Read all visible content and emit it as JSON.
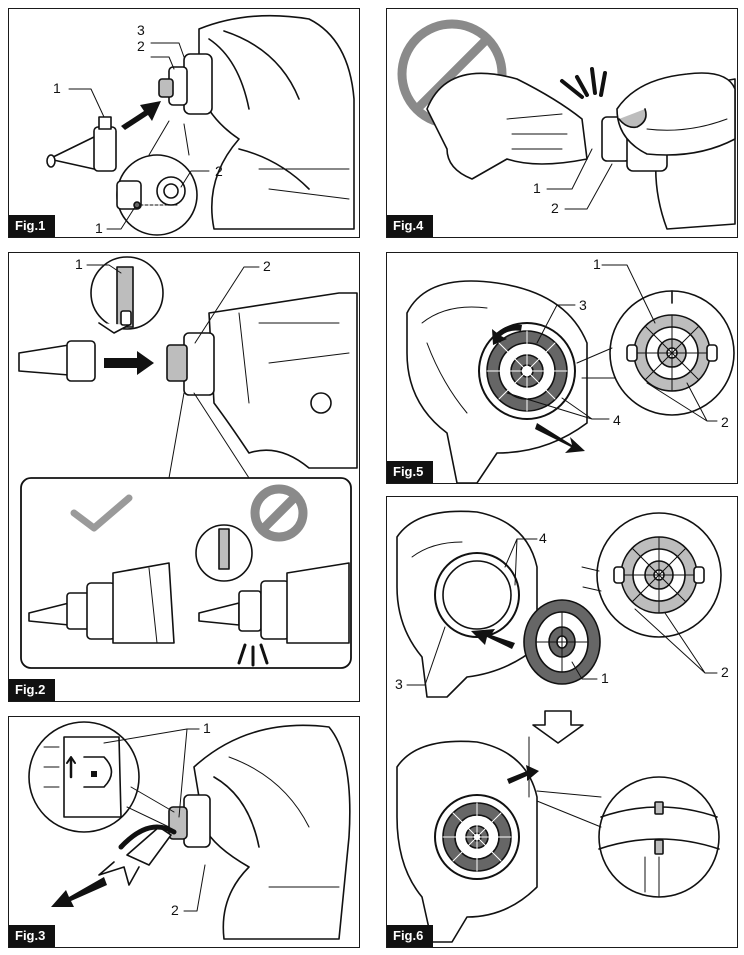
{
  "figures": {
    "fig1": {
      "label": "Fig.1",
      "callouts": [
        "3",
        "2",
        "1",
        "2",
        "1"
      ]
    },
    "fig2": {
      "label": "Fig.2",
      "callouts": [
        "1",
        "2"
      ]
    },
    "fig3": {
      "label": "Fig.3",
      "callouts": [
        "1",
        "2"
      ]
    },
    "fig4": {
      "label": "Fig.4",
      "callouts": [
        "1",
        "2"
      ]
    },
    "fig5": {
      "label": "Fig.5",
      "callouts": [
        "1",
        "3",
        "4",
        "2"
      ]
    },
    "fig6": {
      "label": "Fig.6",
      "callouts": [
        "4",
        "3",
        "1",
        "2"
      ]
    }
  },
  "icons": {
    "prohibited": "prohibited-icon",
    "ok": "checkmark-icon",
    "arrow": "insert-arrow-icon",
    "next_step": "down-arrow-icon"
  }
}
